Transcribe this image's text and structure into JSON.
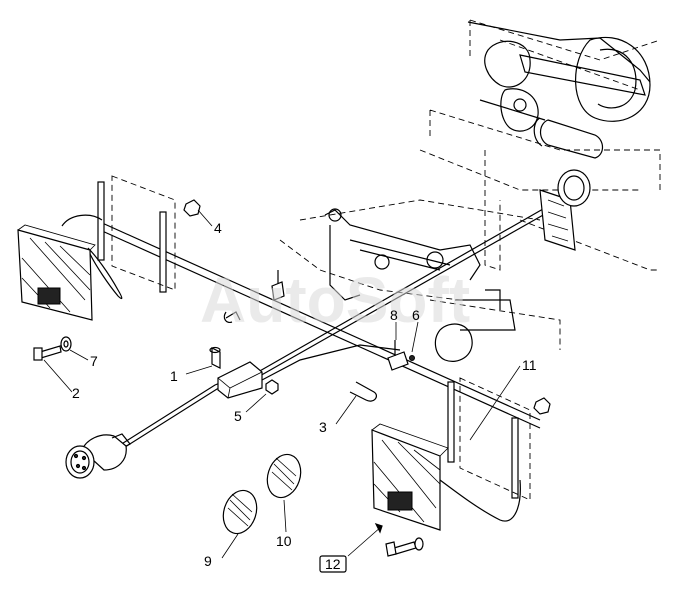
{
  "watermark": "AutoSoft",
  "callouts": {
    "c1": "1",
    "c2": "2",
    "c3": "3",
    "c4": "4",
    "c5": "5",
    "c6": "6",
    "c7": "7",
    "c8": "8",
    "c9": "9",
    "c10": "10",
    "c11": "11",
    "c12": "12"
  }
}
